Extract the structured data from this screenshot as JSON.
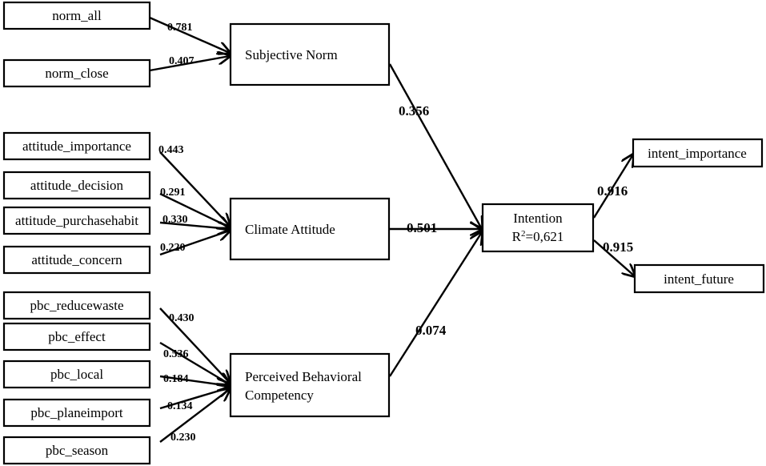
{
  "indicators": {
    "norm_all": "norm_all",
    "norm_close": "norm_close",
    "attitude_importance": "attitude_importance",
    "attitude_decision": "attitude_decision",
    "attitude_purchasehabit": "attitude_purchasehabit",
    "attitude_concern": "attitude_concern",
    "pbc_reducewaste": "pbc_reducewaste",
    "pbc_effect": "pbc_effect",
    "pbc_local": "pbc_local",
    "pbc_planeimport": "pbc_planeimport",
    "pbc_season": "pbc_season",
    "intent_importance": "intent_importance",
    "intent_future": "intent_future"
  },
  "constructs": {
    "subjective_norm": "Subjective Norm",
    "climate_attitude": "Climate Attitude",
    "pbc_line1": "Perceived Behavioral",
    "pbc_line2": "Competency",
    "intention": "Intention",
    "r2_prefix": "R",
    "r2_sup": "2",
    "r2_value": "=0,621"
  },
  "loadings": {
    "norm_all": "0.781",
    "norm_close": "0.407",
    "attitude_importance": "0.443",
    "attitude_decision": "0.291",
    "attitude_purchasehabit": "0.330",
    "attitude_concern": "0.220",
    "pbc_reducewaste": "0.430",
    "pbc_effect": "0.536",
    "pbc_local": "0.184",
    "pbc_planeimport": "0.134",
    "pbc_season": "0.230",
    "intent_importance": "0.916",
    "intent_future": "0.915"
  },
  "paths": {
    "norm_to_intention": "0.356",
    "attitude_to_intention": "0.501",
    "pbc_to_intention": "0.074"
  }
}
